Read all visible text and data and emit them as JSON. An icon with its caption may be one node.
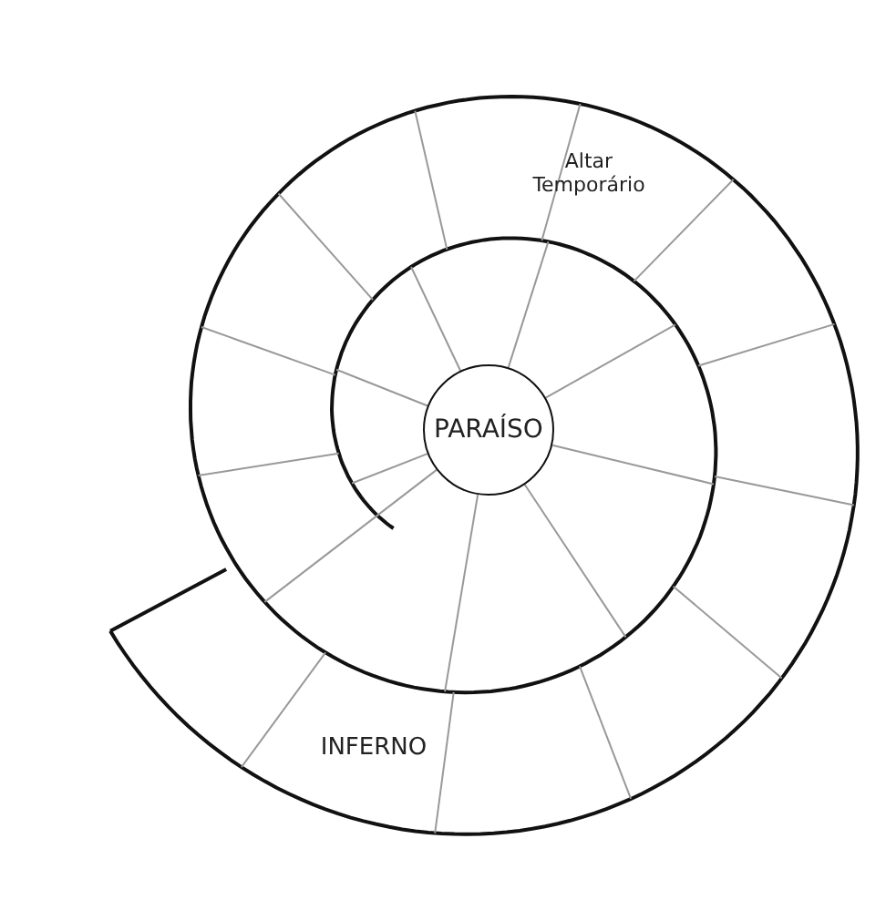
{
  "diagram": {
    "nodes": [
      {
        "text": [
          "PARAÍSO"
        ]
      },
      {
        "text": [
          "Altar Temporário"
        ]
      },
      {
        "text": [
          "INFERNO"
        ]
      }
    ]
  }
}
